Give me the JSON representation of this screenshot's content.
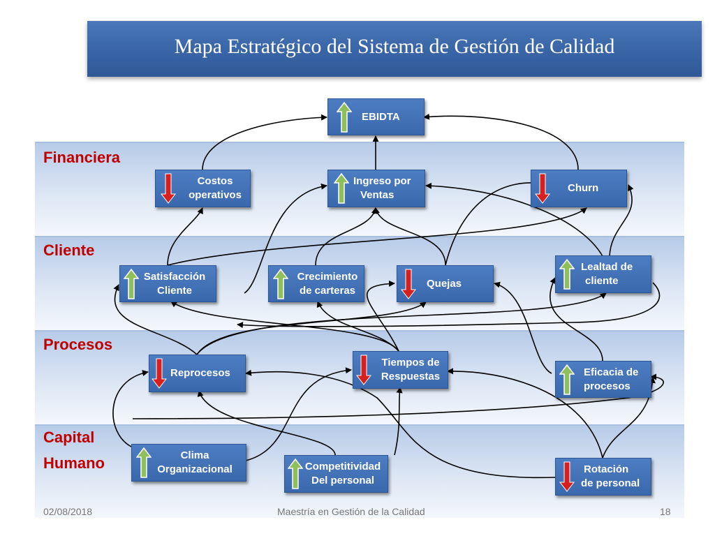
{
  "title": "Mapa Estratégico  del Sistema de Gestión de Calidad",
  "perspectives": {
    "financiera": "Financiera",
    "cliente": "Cliente",
    "procesos": "Procesos",
    "capital_line1": "Capital",
    "capital_line2": "Humano"
  },
  "nodes": {
    "ebidta": {
      "line1": "EBIDTA",
      "line2": "",
      "direction": "up"
    },
    "costos": {
      "line1": "Costos",
      "line2": "operativos",
      "direction": "down"
    },
    "ingreso": {
      "line1": "Ingreso por",
      "line2": "Ventas",
      "direction": "up"
    },
    "churn": {
      "line1": "Churn",
      "line2": "",
      "direction": "down"
    },
    "satisfaccion": {
      "line1": "Satisfacción",
      "line2": "Cliente",
      "direction": "up"
    },
    "crecimiento": {
      "line1": "Crecimiento",
      "line2": "de carteras",
      "direction": "up"
    },
    "quejas": {
      "line1": "Quejas",
      "line2": "",
      "direction": "down"
    },
    "lealtad": {
      "line1": "Lealtad de",
      "line2": "cliente",
      "direction": "up"
    },
    "reprocesos": {
      "line1": "Reprocesos",
      "line2": "",
      "direction": "down"
    },
    "tiempos": {
      "line1": "Tiempos de",
      "line2": "Respuestas",
      "direction": "down"
    },
    "eficacia": {
      "line1": "Eficacia de",
      "line2": "procesos",
      "direction": "up"
    },
    "clima": {
      "line1": "Clima",
      "line2": "Organizacional",
      "direction": "up"
    },
    "competitividad": {
      "line1": "Competitividad",
      "line2": "Del personal",
      "direction": "up"
    },
    "rotacion": {
      "line1": "Rotación",
      "line2": "de personal",
      "direction": "down"
    }
  },
  "colors": {
    "up_arrow": "#8fbf5a",
    "down_arrow": "#d62020",
    "node_bg": "#3f6fb3",
    "label": "#c00000"
  },
  "footer": {
    "date": "02/08/2018",
    "center": "Maestría en Gestión de la Calidad",
    "page": "18"
  }
}
